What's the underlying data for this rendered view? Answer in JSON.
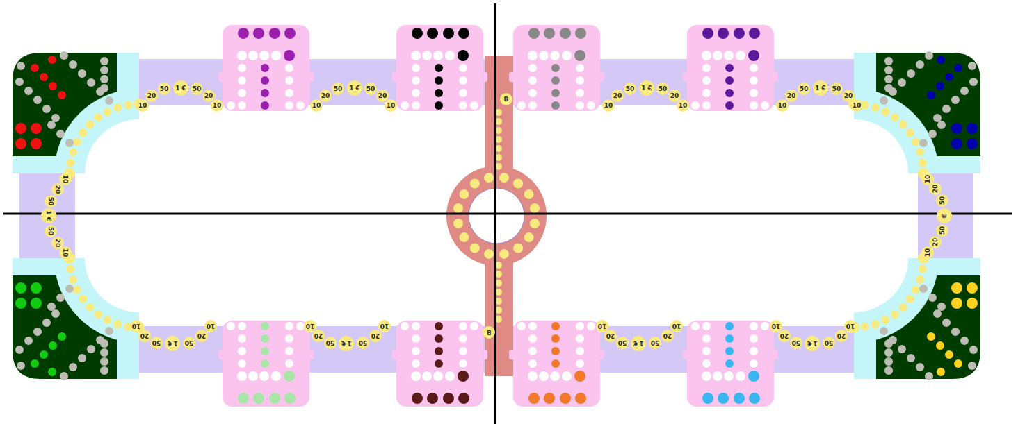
{
  "diagram": {
    "labels": [
      "10",
      "20",
      "50",
      "1 €",
      "50",
      "20",
      "10",
      "10",
      "20",
      "50",
      "1 €",
      "50",
      "20",
      "10",
      "B",
      "10",
      "20",
      "50",
      "1 €",
      "50",
      "20",
      "10",
      "10",
      "20",
      "50",
      "1 €",
      "50",
      "20",
      "10",
      "10",
      "20",
      "50",
      "1 €",
      "50",
      "20",
      "10",
      "10",
      "20",
      "50",
      "€",
      "50",
      "20",
      "10",
      "10",
      "20",
      "50",
      "1 €",
      "50",
      "20",
      "10",
      "10",
      "20",
      "50",
      "1 €",
      "50",
      "20",
      "10",
      "B",
      "10",
      "20",
      "50",
      "1 €",
      "50",
      "20",
      "10",
      "10",
      "20",
      "50",
      "1 €",
      "50",
      "20",
      "10"
    ]
  }
}
